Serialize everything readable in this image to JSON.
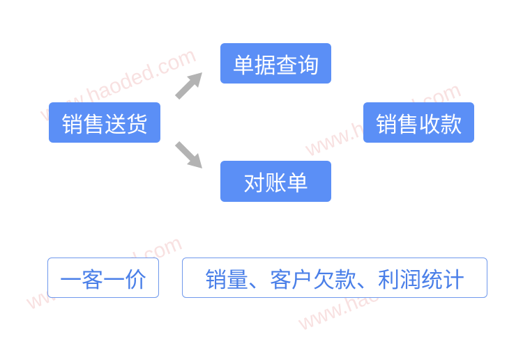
{
  "nodes": {
    "sales_delivery": "销售送货",
    "document_query": "单据查询",
    "statement": "对账单",
    "sales_collection": "销售收款"
  },
  "features": {
    "one_customer_one_price": "一客一价",
    "sales_stats": "销量、客户欠款、利润统计"
  },
  "watermark": "www.haoded.com",
  "colors": {
    "node_fill": "#5b8ff6",
    "node_text": "#ffffff",
    "tag_border": "#6f98ec",
    "tag_text": "#4a7fe8",
    "arrow": "#b3b3b3"
  }
}
